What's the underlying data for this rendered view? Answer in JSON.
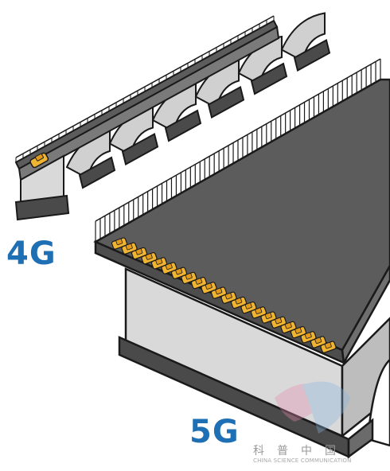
{
  "labels": {
    "small_bridge": "4G",
    "large_bridge": "5G"
  },
  "watermark": {
    "chinese": "科普中国",
    "english": "CHINA SCIENCE COMMUNICATION"
  },
  "colors": {
    "label_blue": "#1f6fb5",
    "deck": "#5c5c5c",
    "pier_face": "#d9d9d9",
    "pier_side": "#bdbdbd",
    "base": "#4a4a4a",
    "car": "#f0b433",
    "outline": "#1a1a1a"
  },
  "bridges": {
    "small": {
      "lanes": 1,
      "cars": 1,
      "arches": 6
    },
    "large": {
      "cars": 22
    }
  }
}
